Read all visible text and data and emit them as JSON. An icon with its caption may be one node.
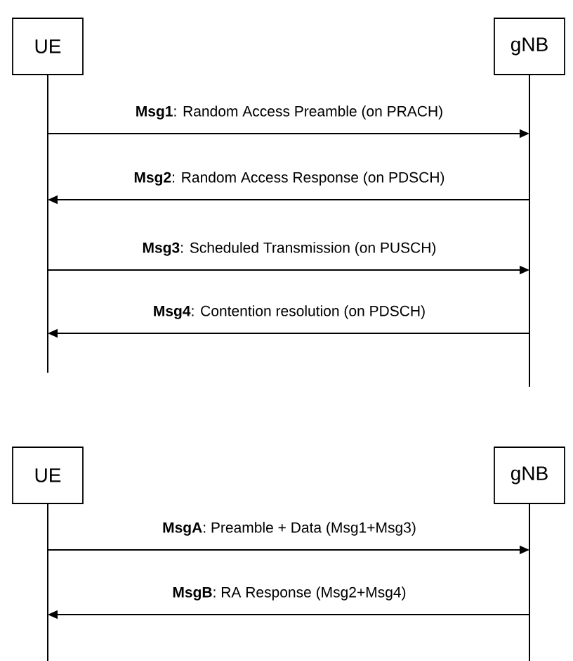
{
  "diagram": {
    "nodes": [
      {
        "text": [
          "UE"
        ]
      },
      {
        "text": [
          "gNB"
        ]
      },
      {
        "text": [
          "UE"
        ]
      },
      {
        "text": [
          "gNB"
        ]
      }
    ],
    "edges": [
      {
        "from": 0,
        "to": 1,
        "arrow": "to",
        "label": "**Msg1**: Random Access Preamble (on PRACH)"
      },
      {
        "from": 1,
        "to": 0,
        "arrow": "to",
        "label": "**Msg2**: Random Access Response (on PDSCH)"
      },
      {
        "from": 0,
        "to": 1,
        "arrow": "to",
        "label": "**Msg3**: Scheduled Transmission (on PUSCH)"
      },
      {
        "from": 1,
        "to": 0,
        "arrow": "to",
        "label": "**Msg4**: Contention resolution (on PDSCH)"
      },
      {
        "from": 2,
        "to": 3,
        "arrow": "to",
        "label": "**MsgA**: Preamble + Data (Msg1+Msg3)"
      },
      {
        "from": 3,
        "to": 2,
        "arrow": "to",
        "label": "**MsgB**: RA Response (Msg2+Msg4)"
      }
    ]
  }
}
